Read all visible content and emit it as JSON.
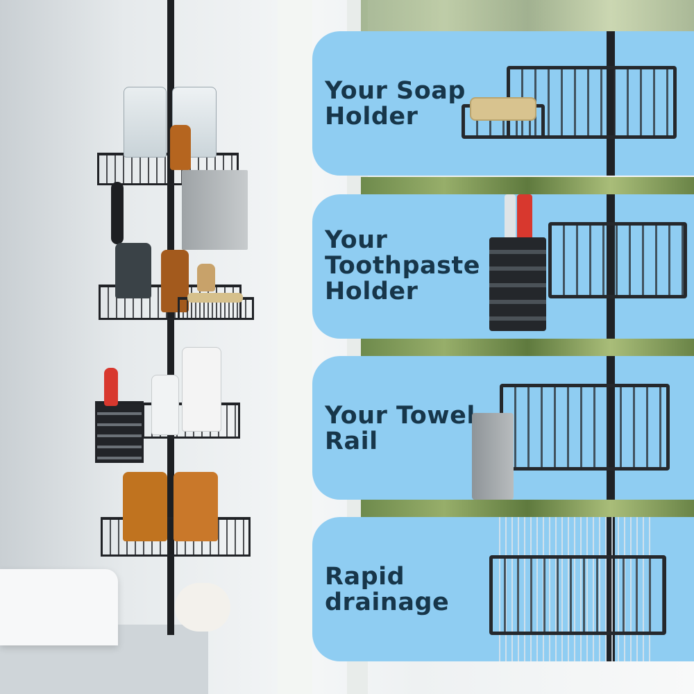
{
  "panels": [
    {
      "id": "soap",
      "label": "Your Soap\nHolder",
      "icon": "soap-holder-icon"
    },
    {
      "id": "toothpaste",
      "label": "Your\nToothpaste\nHolder",
      "icon": "toothpaste-holder-icon"
    },
    {
      "id": "towel",
      "label": "Your Towel\nRail",
      "icon": "towel-rail-icon"
    },
    {
      "id": "drainage",
      "label": "Rapid\ndrainage",
      "icon": "drainage-basket-icon"
    }
  ],
  "colors": {
    "panel_bg": "#8fcdf2",
    "label_text": "#17364a",
    "metal": "#202226"
  }
}
